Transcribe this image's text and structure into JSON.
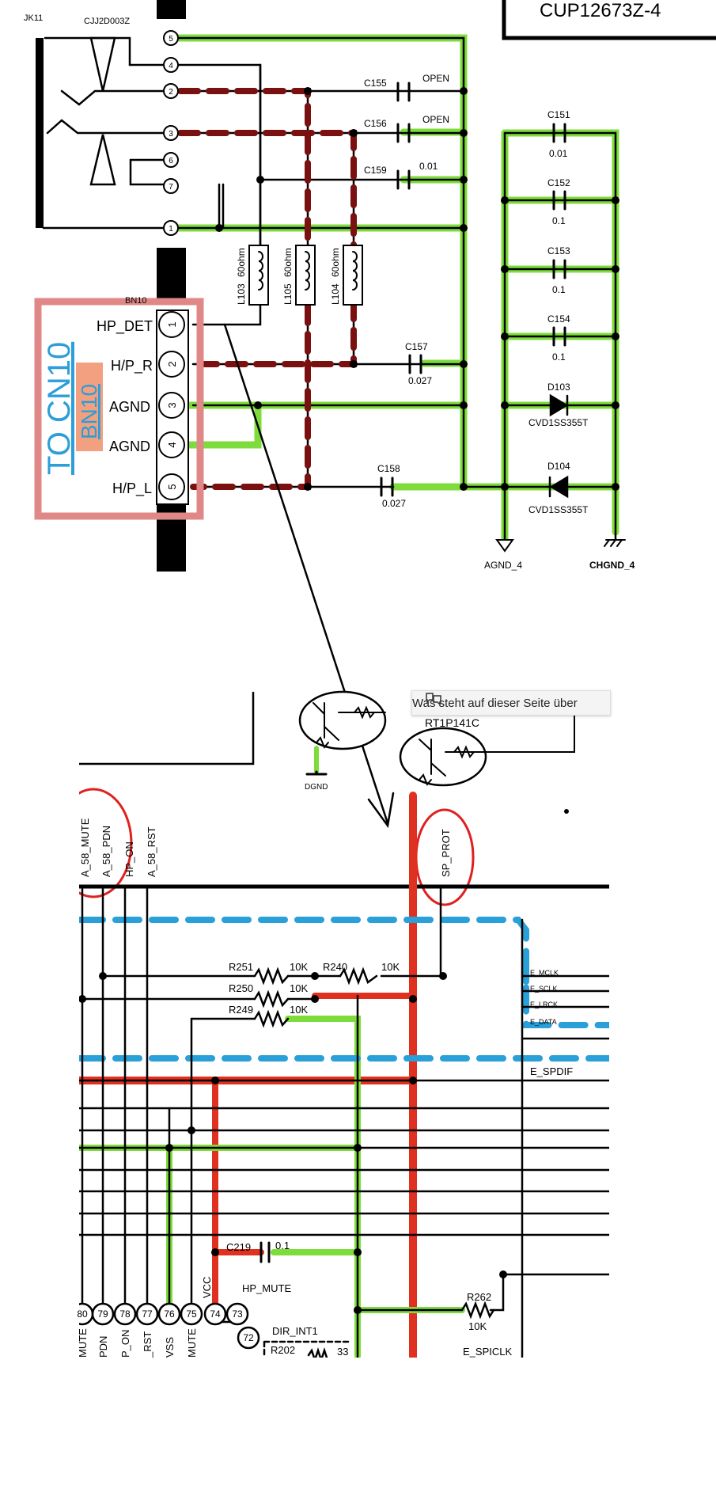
{
  "header": {
    "board_label": "CUP12673Z-4"
  },
  "jack": {
    "ref": "JK11",
    "part": "CJJ2D003Z",
    "pins": [
      "5",
      "4",
      "2",
      "3",
      "6",
      "7",
      "1"
    ]
  },
  "inductors": [
    {
      "ref": "L103",
      "value": "60ohm"
    },
    {
      "ref": "L105",
      "value": "60ohm"
    },
    {
      "ref": "L104",
      "value": "60ohm"
    }
  ],
  "connector": {
    "ref": "BN10",
    "callout_big": "TO CN10",
    "callout_small": "BN10",
    "pins": [
      {
        "num": "1",
        "label": "HP_DET"
      },
      {
        "num": "2",
        "label": "H/P_R"
      },
      {
        "num": "3",
        "label": "AGND"
      },
      {
        "num": "4",
        "label": "AGND"
      },
      {
        "num": "5",
        "label": "H/P_L"
      }
    ]
  },
  "capacitors_top": [
    {
      "ref": "C155",
      "value": "OPEN"
    },
    {
      "ref": "C156",
      "value": "OPEN"
    },
    {
      "ref": "C159",
      "value": "0.01"
    },
    {
      "ref": "C157",
      "value": "0.027"
    },
    {
      "ref": "C158",
      "value": "0.027"
    }
  ],
  "capacitors_right": [
    {
      "ref": "C151",
      "value": "0.01"
    },
    {
      "ref": "C152",
      "value": "0.1"
    },
    {
      "ref": "C153",
      "value": "0.1"
    },
    {
      "ref": "C154",
      "value": "0.1"
    }
  ],
  "diodes": [
    {
      "ref": "D103",
      "part": "CVD1SS355T"
    },
    {
      "ref": "D104",
      "part": "CVD1SS355T"
    }
  ],
  "grounds": {
    "agnd": "AGND_4",
    "chgnd": "CHGND_4",
    "dgnd": "DGND"
  },
  "transistor": {
    "ref": "RT1P141C"
  },
  "popup": {
    "text": "Was steht auf dieser Seite über"
  },
  "vertical_nets": [
    "A_58_MUTE",
    "A_58_PDN",
    "HP_ON",
    "A_58_RST",
    "SP_PROT"
  ],
  "resistors": [
    {
      "ref": "R251",
      "value": "10K"
    },
    {
      "ref": "R240",
      "value": "10K"
    },
    {
      "ref": "R250",
      "value": "10K"
    },
    {
      "ref": "R249",
      "value": "10K"
    },
    {
      "ref": "R262",
      "value": "10K"
    },
    {
      "ref": "R202",
      "value": "33"
    }
  ],
  "bus_labels": [
    "E_MCLK",
    "E_SCLK",
    "E_LRCK",
    "E_DATA",
    "E_SPDIF",
    "E_SPICLK",
    "DIR_INT1",
    "HP_MUTE"
  ],
  "lower_cap": {
    "ref": "C219",
    "value": "0.1"
  },
  "vcc_label": "VCC",
  "ic_pins": [
    "80",
    "79",
    "78",
    "77",
    "76",
    "75",
    "74",
    "73",
    "72"
  ],
  "ic_pin_names": [
    "MUTE",
    "PDN",
    "P_ON",
    "_RST",
    "VSS",
    "MUTE"
  ],
  "colors": {
    "green_highlight": "#7ddc3c",
    "red_dashed": "#7a1010",
    "red_highlight": "#e03020",
    "blue_dashed": "#2aa0d8",
    "circle_red": "#e02020",
    "connector_frame": "#e08888",
    "callout_text": "#2c9ed8",
    "callout_fill": "#f2a080"
  }
}
